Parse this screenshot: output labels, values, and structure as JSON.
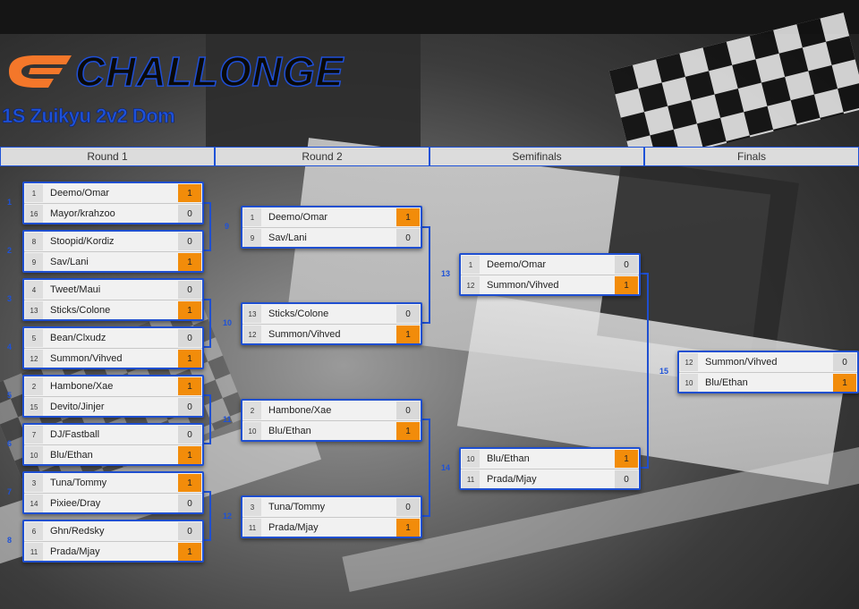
{
  "header": {
    "logo_text": "CHALLONGE",
    "tournament_title": "1S Zuikyu 2v2 Dom"
  },
  "rounds": [
    "Round 1",
    "Round 2",
    "Semifinals",
    "Finals"
  ],
  "colors": {
    "accent": "#1e52d8",
    "win": "#f28c0a",
    "score": "#d9d9d9"
  },
  "matches": [
    {
      "id": "1",
      "p": [
        {
          "seed": "1",
          "name": "Deemo/Omar",
          "score": "1",
          "win": true
        },
        {
          "seed": "16",
          "name": "Mayor/krahzoo",
          "score": "0",
          "win": false
        }
      ]
    },
    {
      "id": "2",
      "p": [
        {
          "seed": "8",
          "name": "Stoopid/Kordiz",
          "score": "0",
          "win": false
        },
        {
          "seed": "9",
          "name": "Sav/Lani",
          "score": "1",
          "win": true
        }
      ]
    },
    {
      "id": "3",
      "p": [
        {
          "seed": "4",
          "name": "Tweet/Maui",
          "score": "0",
          "win": false
        },
        {
          "seed": "13",
          "name": "Sticks/Colone",
          "score": "1",
          "win": true
        }
      ]
    },
    {
      "id": "4",
      "p": [
        {
          "seed": "5",
          "name": "Bean/Clxudz",
          "score": "0",
          "win": false
        },
        {
          "seed": "12",
          "name": "Summon/Vihved",
          "score": "1",
          "win": true
        }
      ]
    },
    {
      "id": "5",
      "p": [
        {
          "seed": "2",
          "name": "Hambone/Xae",
          "score": "1",
          "win": true
        },
        {
          "seed": "15",
          "name": "Devito/Jinjer",
          "score": "0",
          "win": false
        }
      ]
    },
    {
      "id": "6",
      "p": [
        {
          "seed": "7",
          "name": "DJ/Fastball",
          "score": "0",
          "win": false
        },
        {
          "seed": "10",
          "name": "Blu/Ethan",
          "score": "1",
          "win": true
        }
      ]
    },
    {
      "id": "7",
      "p": [
        {
          "seed": "3",
          "name": "Tuna/Tommy",
          "score": "1",
          "win": true
        },
        {
          "seed": "14",
          "name": "Pixiee/Dray",
          "score": "0",
          "win": false
        }
      ]
    },
    {
      "id": "8",
      "p": [
        {
          "seed": "6",
          "name": "Ghn/Redsky",
          "score": "0",
          "win": false
        },
        {
          "seed": "11",
          "name": "Prada/Mjay",
          "score": "1",
          "win": true
        }
      ]
    },
    {
      "id": "9",
      "p": [
        {
          "seed": "1",
          "name": "Deemo/Omar",
          "score": "1",
          "win": true
        },
        {
          "seed": "9",
          "name": "Sav/Lani",
          "score": "0",
          "win": false
        }
      ]
    },
    {
      "id": "10",
      "p": [
        {
          "seed": "13",
          "name": "Sticks/Colone",
          "score": "0",
          "win": false
        },
        {
          "seed": "12",
          "name": "Summon/Vihved",
          "score": "1",
          "win": true
        }
      ]
    },
    {
      "id": "11",
      "p": [
        {
          "seed": "2",
          "name": "Hambone/Xae",
          "score": "0",
          "win": false
        },
        {
          "seed": "10",
          "name": "Blu/Ethan",
          "score": "1",
          "win": true
        }
      ]
    },
    {
      "id": "12",
      "p": [
        {
          "seed": "3",
          "name": "Tuna/Tommy",
          "score": "0",
          "win": false
        },
        {
          "seed": "11",
          "name": "Prada/Mjay",
          "score": "1",
          "win": true
        }
      ]
    },
    {
      "id": "13",
      "p": [
        {
          "seed": "1",
          "name": "Deemo/Omar",
          "score": "0",
          "win": false
        },
        {
          "seed": "12",
          "name": "Summon/Vihved",
          "score": "1",
          "win": true
        }
      ]
    },
    {
      "id": "14",
      "p": [
        {
          "seed": "10",
          "name": "Blu/Ethan",
          "score": "1",
          "win": true
        },
        {
          "seed": "11",
          "name": "Prada/Mjay",
          "score": "0",
          "win": false
        }
      ]
    },
    {
      "id": "15",
      "p": [
        {
          "seed": "12",
          "name": "Summon/Vihved",
          "score": "0",
          "win": false
        },
        {
          "seed": "10",
          "name": "Blu/Ethan",
          "score": "1",
          "win": true
        }
      ]
    }
  ]
}
